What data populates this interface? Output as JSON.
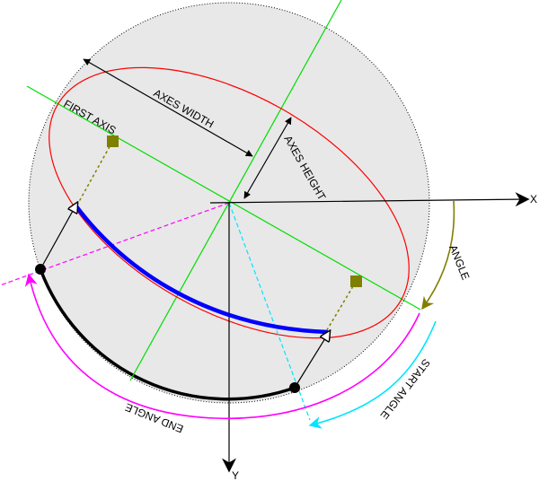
{
  "labels": {
    "x_axis": "X",
    "y_axis": "Y",
    "first_axis": "FIRST AXIS",
    "axes_width": "AXES WIDTH",
    "axes_height": "AXES HEIGHT",
    "angle": "ANGLE",
    "start_angle": "START ANGLE",
    "end_angle": "END ANGLE"
  },
  "colors": {
    "circle_fill": "#e8e8e8",
    "circle_stroke": "#000000",
    "ellipse": "#ff0000",
    "ellipse_axes": "#00dd00",
    "arc": "#0000ff",
    "angle_arrow": "#7f7f00",
    "start_angle": "#00e5ff",
    "end_angle": "#ff00ff",
    "projection": "#7f7f00",
    "outer_arc": "#000000"
  },
  "icons": {
    "square_marker": "square-marker-icon",
    "dot_marker": "circle-dot-icon"
  }
}
